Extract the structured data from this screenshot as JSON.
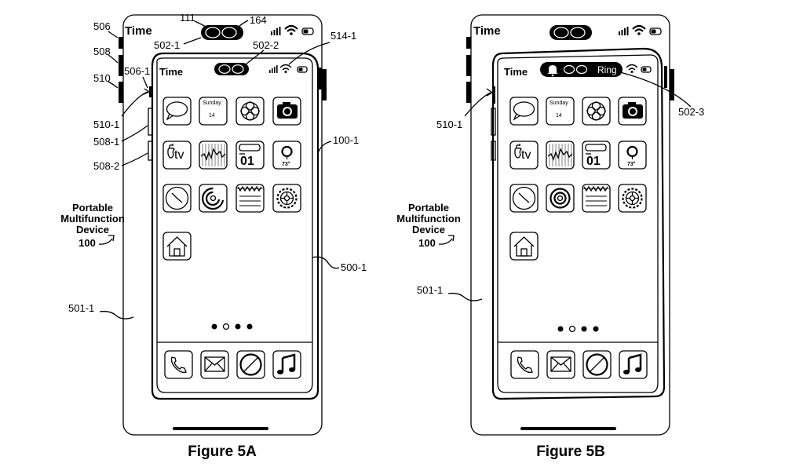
{
  "figure_a": {
    "caption": "Figure 5A",
    "status_time_outer": "Time",
    "status_time_inner": "Time",
    "calendar_day": "Sunday",
    "calendar_date": "14",
    "tv_label": "tv",
    "news_number": "01",
    "weather_temp": "73°",
    "device_label_line1": "Portable",
    "device_label_line2": "Multifunction",
    "device_label_line3": "Device",
    "device_label_line4": "100",
    "refs": {
      "r111": "111",
      "r164": "164",
      "r506": "506",
      "r508": "508",
      "r510": "510",
      "r502_1": "502-1",
      "r502_2": "502-2",
      "r514_1": "514-1",
      "r506_1": "506-1",
      "r510_1": "510-1",
      "r508_1": "508-1",
      "r508_2": "508-2",
      "r100_1": "100-1",
      "r500_1": "500-1",
      "r501_1": "501-1"
    }
  },
  "figure_b": {
    "caption": "Figure 5B",
    "status_time_outer": "Time",
    "status_time_inner": "Time",
    "island_text": "Ring",
    "calendar_day": "Sunday",
    "calendar_date": "14",
    "tv_label": "tv",
    "news_number": "01",
    "weather_temp": "73°",
    "device_label_line1": "Portable",
    "device_label_line2": "Multifunction",
    "device_label_line3": "Device",
    "device_label_line4": "100",
    "refs": {
      "r510_1": "510-1",
      "r502_3": "502-3",
      "r501_1": "501-1"
    }
  },
  "icons": [
    "speech-bubble-icon",
    "calendar-icon",
    "photos-icon",
    "camera-icon",
    "tv-icon",
    "stocks-icon",
    "news-icon",
    "weather-icon",
    "clock-icon",
    "fitness-rings-icon",
    "notes-icon",
    "settings-gear-icon",
    "home-icon",
    "phone-icon",
    "mail-icon",
    "compass-icon",
    "music-note-icon"
  ]
}
